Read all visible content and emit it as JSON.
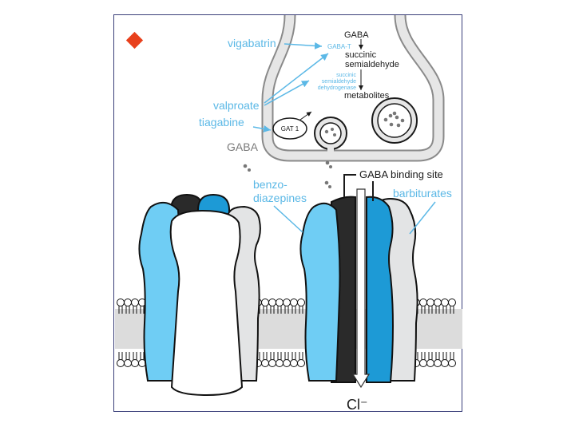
{
  "diagram": {
    "drug_labels": {
      "vigabatrin": "vigabatrin",
      "valproate": "valproate",
      "tiagabine": "tiagabine",
      "benzodiazepines_line1": "benzo-",
      "benzodiazepines_line2": "diazepines",
      "barbiturates": "barbiturates"
    },
    "pathway": {
      "gaba": "GABA",
      "gaba_t": "GABA-T",
      "succinic_line1": "succinic",
      "succinic_line2": "semialdehyde",
      "ssadh_line1": "succinic",
      "ssadh_line2": "semialdehyde",
      "ssadh_line3": "dehydrogenase",
      "metabolites": "metabolites"
    },
    "transporter": "GAT 1",
    "extracellular_gaba": "GABA",
    "binding_site": "GABA binding site",
    "ion": "Cl⁻"
  },
  "colors": {
    "drug_text": "#5bb8e6",
    "light_blue_subunit": "#6fcdf4",
    "mid_blue_subunit": "#1d9ad6",
    "dark_subunit": "#2a2a2a",
    "grey_subunit": "#e3e4e5",
    "membrane": "#dcdcdc",
    "marker": "#e8401c"
  },
  "icons": {
    "marker": "red-diamond-icon",
    "gaba_molecule": "gaba-molecule-icon",
    "chloride_arrow": "down-arrow-icon"
  }
}
